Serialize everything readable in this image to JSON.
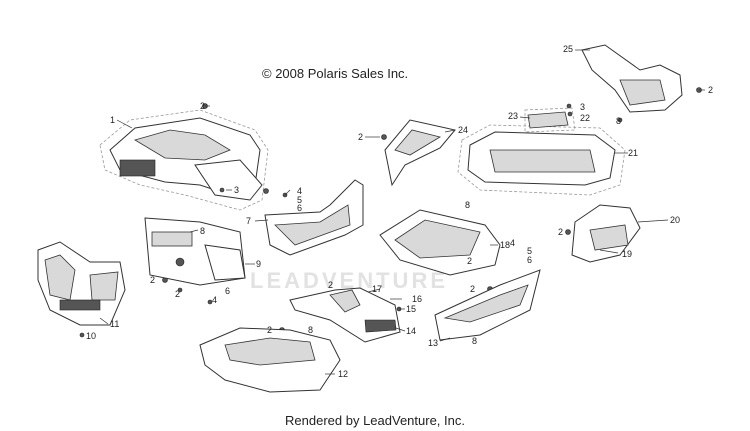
{
  "copyright": "© 2008 Polaris Sales Inc.",
  "footer": "Rendered by LeadVenture, Inc.",
  "watermark": "LEADVENTURE",
  "callouts": [
    "1",
    "2",
    "3",
    "4",
    "5",
    "6",
    "7",
    "8",
    "9",
    "10",
    "11",
    "12",
    "13",
    "14",
    "15",
    "16",
    "17",
    "18",
    "19",
    "20",
    "21",
    "22",
    "23",
    "24",
    "25"
  ]
}
